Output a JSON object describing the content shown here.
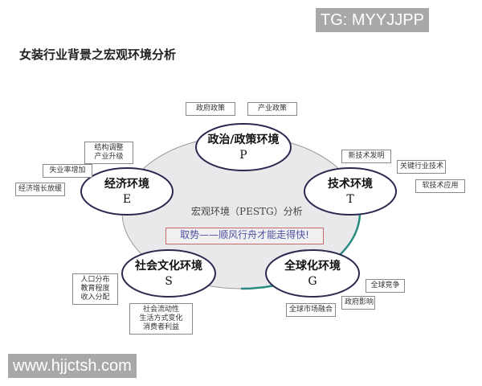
{
  "title": "女装行业背景之宏观环境分析",
  "watermarks": {
    "top": "TG: MYYJJPP",
    "bottom": "www.hjjctsh.com"
  },
  "center": {
    "label": "宏观环境（PESTG）分析",
    "slogan": "取势——顺风行舟才能走得快!"
  },
  "colors": {
    "ring_grey": "#999999",
    "ring_teal": "#2a8a80",
    "ellipse_fill": "#e9e9ec",
    "node_border": "#2a2a50",
    "slogan_text": "#5050a0",
    "slogan_border": "#c86a6a"
  },
  "nodes": {
    "P": {
      "name": "政治/政策环境",
      "letter": "P",
      "factors": [
        "政府政策",
        "产业政策"
      ]
    },
    "E": {
      "name": "经济环境",
      "letter": "E",
      "factors": [
        "结构调整\n产业升级",
        "失业率增加",
        "经济增长放缓"
      ]
    },
    "T": {
      "name": "技术环境",
      "letter": "T",
      "factors": [
        "新技术发明",
        "关键行业技术",
        "软技术应用"
      ]
    },
    "S": {
      "name": "社会文化环境",
      "letter": "S",
      "factors": [
        "人口分布\n教育程度\n收入分配",
        "社会流动性\n生活方式变化\n消费者利益"
      ]
    },
    "G": {
      "name": "全球化环境",
      "letter": "G",
      "factors": [
        "全球竞争",
        "政府影响",
        "全球市场融合"
      ]
    }
  }
}
